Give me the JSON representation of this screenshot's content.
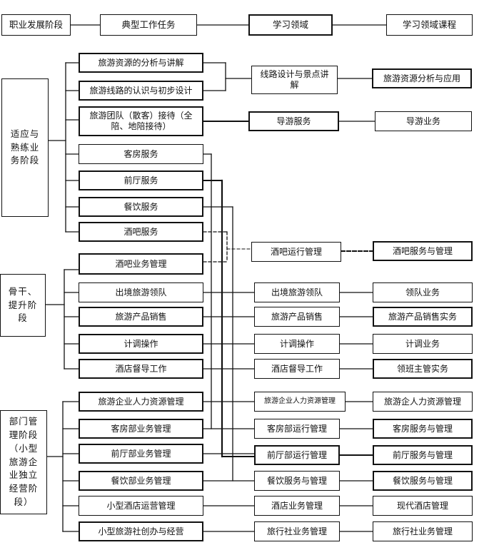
{
  "headers": {
    "career_stage": "职业发展阶段",
    "typical_task": "典型工作任务",
    "learning_domain": "学习领域",
    "domain_course": "学习领域课程"
  },
  "stages": {
    "adapt": "适应与熟练业务阶段",
    "backbone": "骨干、提升阶段",
    "department": "部门管理阶段（小型旅游企业独立经营阶段）"
  },
  "tasks": [
    "旅游资源的分析与讲解",
    "旅游线路的认识与初步设计",
    "旅游团队（散客）接待（全陪、地陪接待）",
    "客房服务",
    "前厅服务",
    "餐饮服务",
    "酒吧服务",
    "酒吧业务管理",
    "出境旅游领队",
    "旅游产品销售",
    "计调操作",
    "酒店督导工作",
    "旅游企业人力资源管理",
    "客房部业务管理",
    "前厅部业务管理",
    "餐饮部业务管理",
    "小型酒店运营管理",
    "小型旅游社创办与经营"
  ],
  "domains": [
    "线路设计与景点讲解",
    "导游服务",
    "酒吧运行管理",
    "出境旅游领队",
    "旅游产品销售",
    "计调操作",
    "酒店督导工作",
    "旅游企业人力资源管理",
    "客房部运行管理",
    "前厅部运行管理",
    "餐饮服务与管理",
    "酒店业务管理",
    "旅行社业务管理"
  ],
  "courses": [
    "旅游资源分析与应用",
    "导游业务",
    "酒吧服务与管理",
    "领队业务",
    "旅游产品销售实务",
    "计调业务",
    "领班主管实务",
    "旅游企人力资源管理",
    "客房服务与管理",
    "前厅服务与管理",
    "餐饮服务与管理",
    "现代酒店管理",
    "旅行社业务管理"
  ]
}
